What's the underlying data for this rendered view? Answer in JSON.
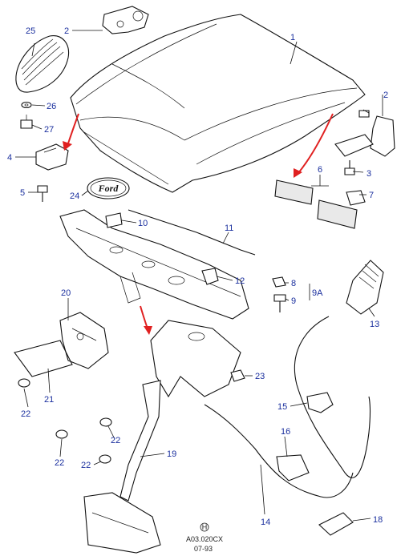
{
  "diagram": {
    "callouts": {
      "c1": "1",
      "c2a": "2",
      "c2b": "2",
      "c3": "3",
      "c4": "4",
      "c5": "5",
      "c6": "6",
      "c7": "7",
      "c8": "8",
      "c9": "9",
      "c9a": "9A",
      "c10": "10",
      "c11": "11",
      "c12": "12",
      "c13": "13",
      "c14": "14",
      "c15": "15",
      "c16": "16",
      "c18": "18",
      "c19": "19",
      "c20": "20",
      "c21": "21",
      "c22a": "22",
      "c22b": "22",
      "c22c": "22",
      "c22d": "22",
      "c23": "23",
      "c24": "24",
      "c25": "25",
      "c26": "26",
      "c27": "27"
    },
    "emblem_text": "Ford",
    "footer": {
      "ref_code": "A03.020CX",
      "date": "07-93",
      "symbol": "H"
    }
  }
}
